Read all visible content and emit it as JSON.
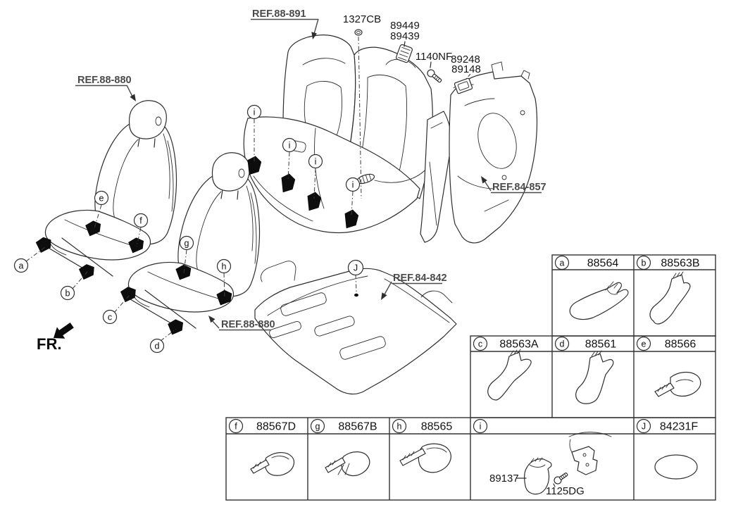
{
  "colors": {
    "line": "#2e2e2e",
    "text": "#161616",
    "ref_text": "#4a4a4a",
    "background": "#ffffff"
  },
  "labels": {
    "ref_88_891": "REF.88-891",
    "ref_88_880_front": "REF.88-880",
    "ref_88_880_rear": "REF.88-880",
    "ref_84_857": "REF.84-857",
    "ref_84_842": "REF.84-842",
    "fr": "FR.",
    "p1327cb": "1327CB",
    "p89449": "89449",
    "p89439": "89439",
    "p1140nf": "1140NF",
    "p89248": "89248",
    "p89148": "89148"
  },
  "callouts": {
    "a": "a",
    "b": "b",
    "c": "c",
    "d": "d",
    "e": "e",
    "f": "f",
    "g": "g",
    "h": "h",
    "i": "i",
    "j": "J"
  },
  "table": {
    "a": {
      "letter": "a",
      "part": "88564"
    },
    "b": {
      "letter": "b",
      "part": "88563B"
    },
    "c": {
      "letter": "c",
      "part": "88563A"
    },
    "d": {
      "letter": "d",
      "part": "88561"
    },
    "e": {
      "letter": "e",
      "part": "88566"
    },
    "f": {
      "letter": "f",
      "part": "88567D"
    },
    "g": {
      "letter": "g",
      "part": "88567B"
    },
    "h": {
      "letter": "h",
      "part": "88565"
    },
    "i": {
      "letter": "i",
      "cover": "89137",
      "screw": "1125DG"
    },
    "j": {
      "letter": "J",
      "part": "84231F"
    }
  }
}
